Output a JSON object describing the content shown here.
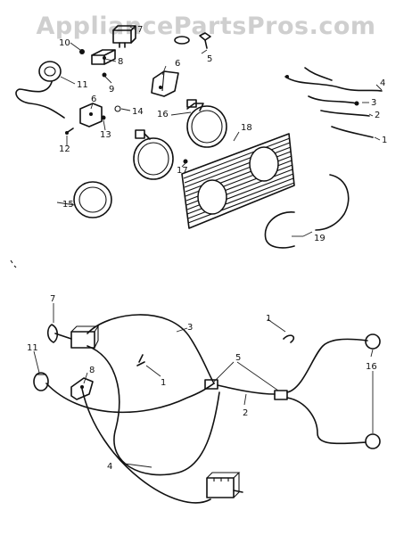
{
  "watermark": "AppliancePartsPros.com",
  "labels": {
    "c1": "1",
    "c2": "2",
    "c3": "3",
    "c4": "4",
    "c5": "5",
    "c6": "6",
    "c7": "7",
    "c8": "8",
    "c9": "9",
    "c10": "10",
    "c11": "11",
    "c12": "12",
    "c13": "13",
    "c14": "14",
    "c15": "15",
    "c16": "16",
    "c17": "17",
    "c18": "18",
    "c19": "19"
  }
}
